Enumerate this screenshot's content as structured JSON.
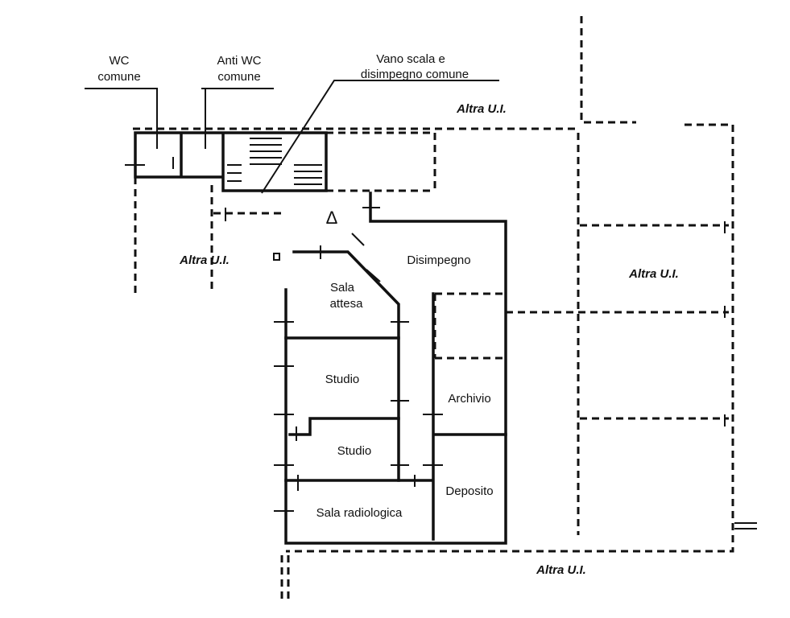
{
  "labels": {
    "wc_comune": [
      "WC",
      "comune"
    ],
    "anti_wc_comune": [
      "Anti WC",
      "comune"
    ],
    "vano_scala": [
      "Vano scala e",
      "disimpegno comune"
    ],
    "altra_top": "Altra U.I.",
    "altra_left": "Altra U.I.",
    "altra_right": "Altra U.I.",
    "altra_bottom": "Altra U.I.",
    "disimpegno": "Disimpegno",
    "sala_attesa": [
      "Sala",
      "attesa"
    ],
    "studio_1": "Studio",
    "studio_2": "Studio",
    "archivio": "Archivio",
    "deposito": "Deposito",
    "sala_radiologica": "Sala radiologica",
    "level_marker": "Δ"
  }
}
